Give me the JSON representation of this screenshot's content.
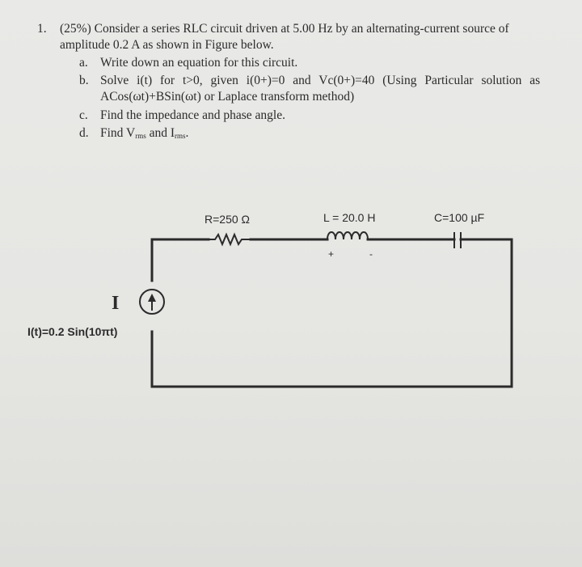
{
  "question": {
    "number": "1.",
    "line1": "(25%) Consider a series RLC circuit driven at 5.00 Hz by an alternating-current source of",
    "line2": "amplitude 0.2 A as shown in Figure below.",
    "parts": [
      {
        "letter": "a.",
        "text": "Write down an equation for this circuit."
      },
      {
        "letter": "b.",
        "text": "Solve i(t) for t>0, given i(0+)=0 and Vc(0+)=40 (Using Particular solution as",
        "text2": "ACos(ωt)+BSin(ωt) or Laplace transform method)"
      },
      {
        "letter": "c.",
        "text": "Find the impedance and phase angle."
      },
      {
        "letter": "d.",
        "text_before": "Find V",
        "sub1": "rms",
        "text_mid": " and I",
        "sub2": "rms",
        "text_after": "."
      }
    ]
  },
  "circuit": {
    "resistor_label": "R=250 Ω",
    "inductor_label": "L = 20.0 H",
    "capacitor_label": "C=100 µF",
    "plus_sign": "+",
    "minus_sign": "-",
    "source_symbol": "I",
    "source_equation": "I(t)=0.2 Sin(10πt)"
  }
}
